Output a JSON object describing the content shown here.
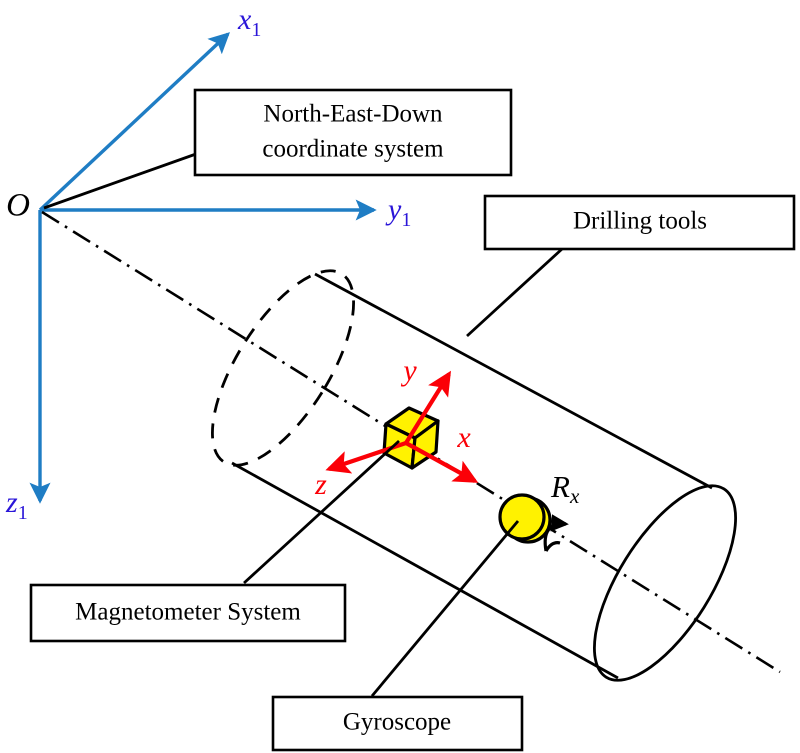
{
  "figure": {
    "title": "Drilling tool attitude measurement schematic",
    "background_color": "#ffffff"
  },
  "colors": {
    "ned_axis": "#1f7dc4",
    "ned_label": "#2a16d8",
    "body_axis": "#fb0007",
    "cube_fill": "#fff200",
    "sphere_fill": "#fff200",
    "outline": "#000000"
  },
  "ned_frame": {
    "origin_label": "O",
    "axes": [
      {
        "name": "x1-axis",
        "base": "x",
        "subscript": "1",
        "direction": "up-right",
        "meaning": "North"
      },
      {
        "name": "y1-axis",
        "base": "y",
        "subscript": "1",
        "direction": "right",
        "meaning": "East"
      },
      {
        "name": "z1-axis",
        "base": "z",
        "subscript": "1",
        "direction": "down",
        "meaning": "Down"
      }
    ]
  },
  "body_frame": {
    "axes": [
      {
        "name": "y-axis",
        "base": "y",
        "direction": "up-right"
      },
      {
        "name": "x-axis",
        "base": "x",
        "direction": "down-right"
      },
      {
        "name": "z-axis",
        "base": "z",
        "direction": "down-left"
      }
    ]
  },
  "rotation": {
    "base": "R",
    "subscript": "x",
    "description": "roll rotation about tool axis"
  },
  "callouts": [
    {
      "id": "ned-box",
      "lines": [
        "North-East-Down",
        "coordinate system"
      ],
      "target": "ned-origin"
    },
    {
      "id": "drilling-tools-box",
      "lines": [
        "Drilling tools"
      ],
      "target": "cylinder-upper-edge"
    },
    {
      "id": "magnetometer-box",
      "lines": [
        "Magnetometer System"
      ],
      "target": "cube"
    },
    {
      "id": "gyroscope-box",
      "lines": [
        "Gyroscope"
      ],
      "target": "sphere"
    }
  ],
  "components": [
    {
      "name": "drilling-tool-cylinder",
      "shape": "cylinder"
    },
    {
      "name": "magnetometer-cube",
      "shape": "cube",
      "color": "#fff200"
    },
    {
      "name": "gyroscope-sphere",
      "shape": "sphere",
      "color": "#fff200"
    }
  ]
}
